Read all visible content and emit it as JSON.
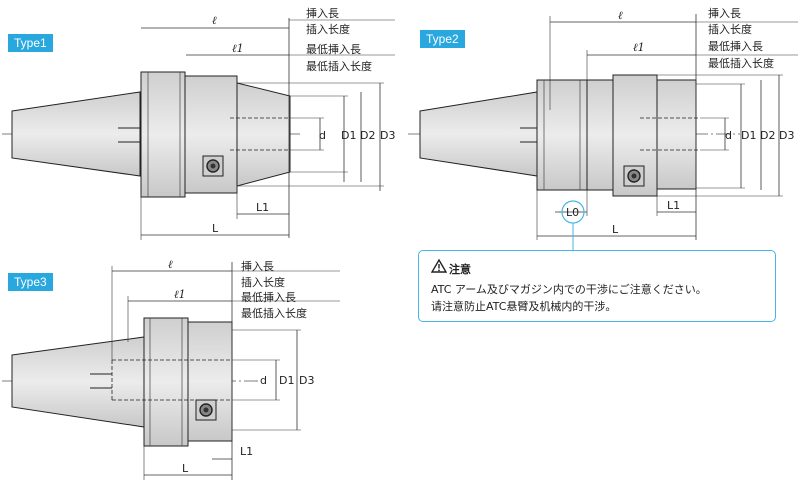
{
  "types": {
    "type1": "Type1",
    "type2": "Type2",
    "type3": "Type3"
  },
  "legend": {
    "l": "ℓ",
    "l_jp": "挿入長",
    "l_cn": "插入长度",
    "l1": "ℓ1",
    "l1_jp": "最低挿入長",
    "l1_cn": "最低插入长度"
  },
  "dimensions": {
    "d": "d",
    "D1": "D1",
    "D2": "D2",
    "D3": "D3",
    "L": "L",
    "L1": "L1",
    "L0": "L0"
  },
  "notice": {
    "title": "注意",
    "line1": "ATC アーム及びマガジン内での干渉にご注意ください。",
    "line2": "请注意防止ATC悬臂及机械内的干涉。"
  },
  "colors": {
    "accent": "#29a8e0",
    "body_fill": "#dcdcdc",
    "outline": "#222222"
  }
}
